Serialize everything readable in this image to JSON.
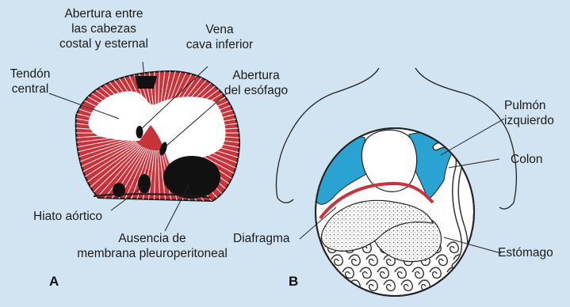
{
  "colors": {
    "background": "#d2e4f2",
    "muscle_red": "#c8323a",
    "tendon_white": "#ffffff",
    "lung_blue": "#2aa3d2",
    "line": "#222222"
  },
  "panel_a": {
    "letter": "A",
    "labels": {
      "opening_heads": "Abertura entre\nlas cabezas\ncostal y esternal",
      "vena_cava": "Vena\ncava inferior",
      "central_tendon": "Tendón\ncentral",
      "esophagus_opening": "Abertura\ndel esófago",
      "aortic_hiatus": "Hiato aórtico",
      "membrane_absence": "Ausencia de\nmembrana pleuroperitoneal"
    }
  },
  "panel_b": {
    "letter": "B",
    "labels": {
      "left_lung": "Pulmón\nizquierdo",
      "colon": "Colon",
      "diaphragm": "Diafragma",
      "stomach": "Estómago"
    }
  }
}
